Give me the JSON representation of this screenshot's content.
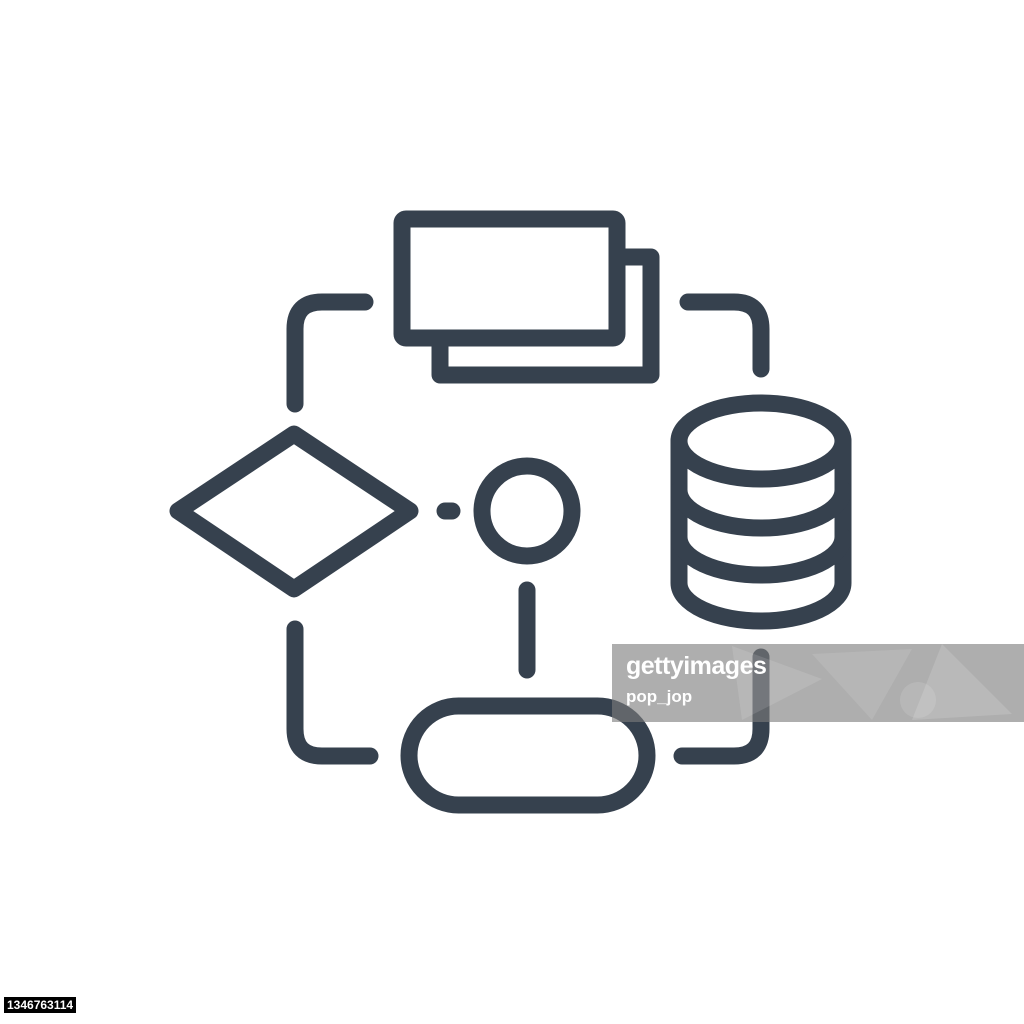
{
  "icon": {
    "stroke_color": "#36414e",
    "background_color": "#ffffff",
    "elements": [
      "stacked-documents-icon",
      "decision-diamond-icon",
      "node-circle-icon",
      "database-cylinder-icon",
      "terminator-pill-icon",
      "connector-lines"
    ]
  },
  "watermark": {
    "brand": "gettyimages",
    "credit": "pop_jop",
    "background_color": "#7d7d7d"
  },
  "image_id": "1346763114"
}
